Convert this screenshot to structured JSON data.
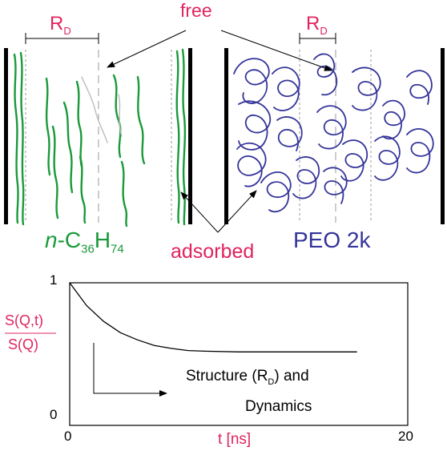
{
  "labels": {
    "free": "free",
    "rd_left": "R",
    "rd_left_sub": "D",
    "rd_right": "R",
    "rd_right_sub": "D",
    "alkane_italic": "n",
    "alkane_c": "-C",
    "alkane_c_sub": "36",
    "alkane_h": "H",
    "alkane_h_sub": "74",
    "adsorbed": "adsorbed",
    "peo": "PEO 2k"
  },
  "colors": {
    "accent": "#e0245e",
    "green": "#1a9a3a",
    "blue": "#34349a",
    "black": "#000000",
    "gray": "#bbbbbb"
  },
  "chart_data": {
    "type": "line",
    "xlabel": "t [ns]",
    "ylabel_numerator": "S(Q,t)",
    "ylabel_denominator": "S(Q)",
    "xlim": [
      0,
      20
    ],
    "ylim": [
      0,
      1
    ],
    "x_ticks": [
      "0",
      "20"
    ],
    "y_ticks": [
      "0",
      "1"
    ],
    "series": [
      {
        "x": [
          0,
          1,
          2,
          3,
          4,
          5,
          6,
          7,
          8,
          10,
          12,
          14,
          16,
          17
        ],
        "y": [
          1.0,
          0.84,
          0.73,
          0.65,
          0.6,
          0.56,
          0.54,
          0.525,
          0.52,
          0.515,
          0.515,
          0.515,
          0.515,
          0.515
        ]
      }
    ],
    "annotation_line1": "Structure (R",
    "annotation_sub": "D",
    "annotation_line1_end": ") and",
    "annotation_line2": "Dynamics"
  }
}
